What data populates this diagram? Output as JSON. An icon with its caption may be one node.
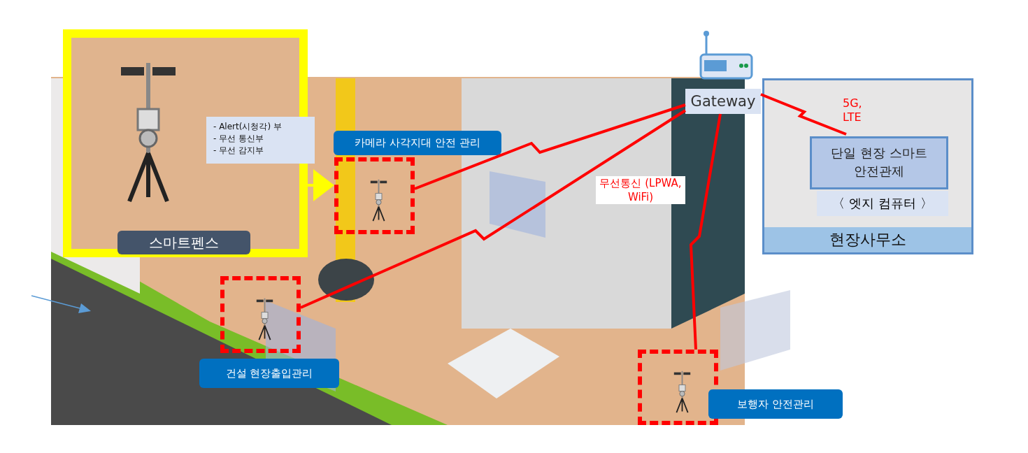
{
  "diagram": {
    "nodes": [
      {
        "text": [
          "스마트펜스"
        ]
      },
      {
        "text": [
          "- Alert(시청각) 부",
          "- 무선 통신부",
          "- 무선 감지부"
        ],
        "in": 0
      },
      {
        "text": [
          "카메라 사각지대 안전 관리"
        ]
      },
      {
        "text": [],
        "shape": "box"
      },
      {
        "text": [
          "Gateway"
        ]
      },
      {
        "text": [],
        "shape": "box"
      },
      {
        "text": [
          "건설 현장출입관리"
        ]
      },
      {
        "text": [],
        "shape": "box"
      },
      {
        "text": [
          "보행자 안전관리"
        ]
      },
      {
        "text": [
          "현장사무소"
        ]
      },
      {
        "text": [
          "단일 현장 스마트 안전관제"
        ],
        "in": 9,
        "beside": [
          "〈 엣지 컴퓨터 〉"
        ]
      }
    ],
    "edges": [
      {
        "from": 0,
        "to": 3,
        "arrow": "to",
        "color": "#ffff00"
      },
      {
        "from": 3,
        "to": 4,
        "arrow": "none"
      },
      {
        "from": 5,
        "to": 4,
        "arrow": "none"
      },
      {
        "from": 7,
        "to": 4,
        "arrow": "none"
      },
      {
        "from": 4,
        "to": 10,
        "arrow": "none",
        "label": "5G, LTE"
      }
    ],
    "labels": [
      "무선통신 (LPWA, WiFi)"
    ]
  }
}
